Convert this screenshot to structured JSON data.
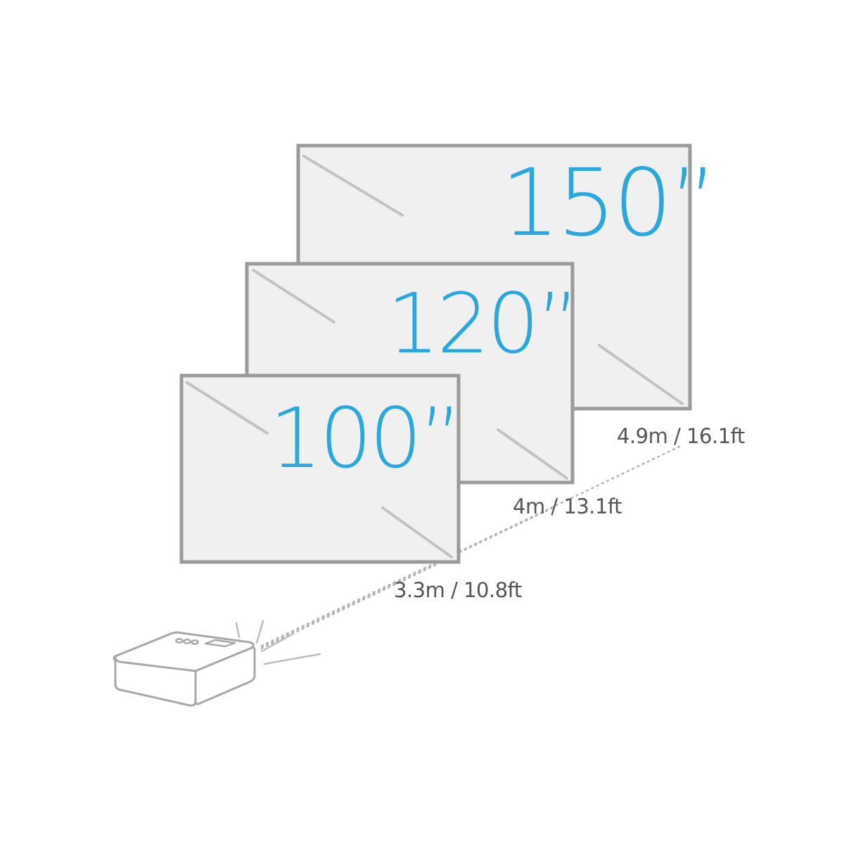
{
  "screens": [
    {
      "id": "screen-150",
      "size_label": "150”"
    },
    {
      "id": "screen-120",
      "size_label": "120”"
    },
    {
      "id": "screen-100",
      "size_label": "100”"
    }
  ],
  "distances": [
    {
      "id": "distance-150",
      "label": "4.9m / 16.1ft"
    },
    {
      "id": "distance-120",
      "label": "4m / 13.1ft"
    },
    {
      "id": "distance-100",
      "label": "3.3m / 10.8ft"
    }
  ],
  "colors": {
    "accent": "#2aa7df",
    "frame": "#9a9a9a",
    "screen_fill": "#f0f0f0",
    "text": "#555555"
  },
  "icons": {
    "projector": "projector-icon"
  }
}
